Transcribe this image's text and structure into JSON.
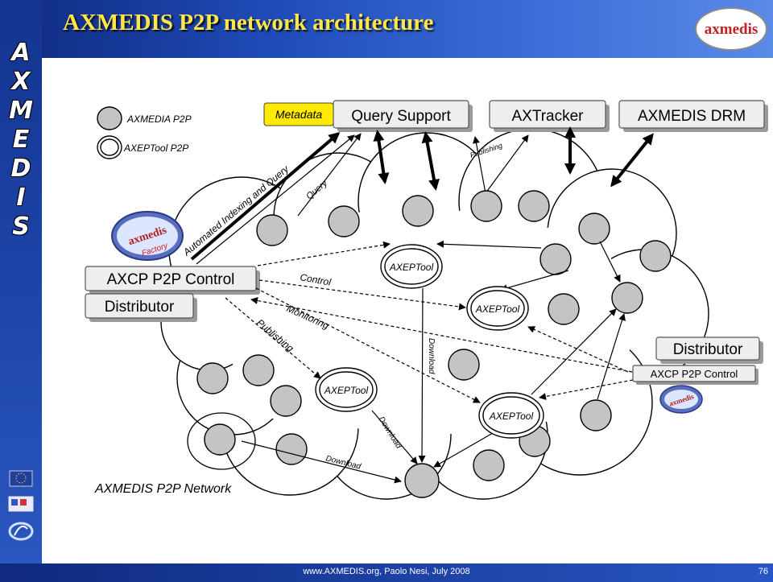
{
  "slide": {
    "title": "AXMEDIS P2P network architecture",
    "side_letters": [
      "A",
      "X",
      "M",
      "E",
      "D",
      "I",
      "S"
    ],
    "footer": "www.AXMEDIS.org, Paolo Nesi, July 2008",
    "page_number": "76",
    "logo_text": "axmedis",
    "left_icons": [
      "eu-flag-icon",
      "dg-infso-logo-icon",
      "sixth-framework-logo-icon"
    ]
  },
  "legend": {
    "axmedia_p2p": "AXMEDIA P2P",
    "axeptool_p2p": "AXEPTool P2P"
  },
  "services": {
    "metadata": "Metadata",
    "query_support": "Query Support",
    "axtracker": "AXTracker",
    "drm": "AXMEDIS DRM"
  },
  "left_boxes": {
    "control": "AXCP P2P Control",
    "distributor": "Distributor"
  },
  "right_boxes": {
    "distributor": "Distributor",
    "control": "AXCP P2P Control"
  },
  "factory_badge": {
    "text": "axmedis",
    "subtext": "Factory"
  },
  "axeptool_label": "AXEPTool",
  "labels": {
    "automated": "Automated Indexing and Query",
    "query": "Query",
    "publishing_top": "Publishing",
    "control": "Control",
    "monitoring": "Monitoring",
    "publishing": "Publishing",
    "download_1": "Download",
    "download_2": "Download",
    "download_3": "Download",
    "network": "AXMEDIS P2P Network"
  }
}
